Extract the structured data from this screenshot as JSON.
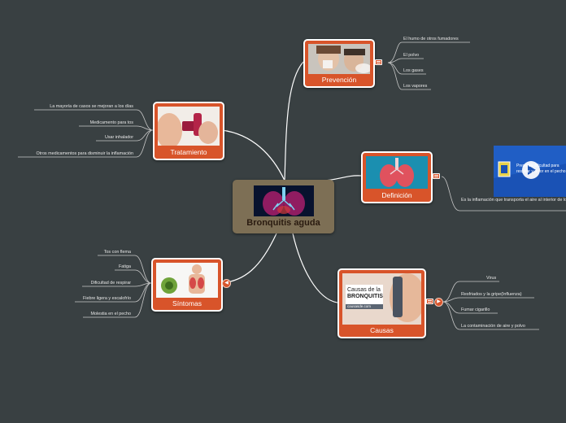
{
  "central": {
    "title": "Bronquitis aguda"
  },
  "prevencion": {
    "title": "Prevención",
    "items": [
      "El humo de otros fumadores",
      "El polvo",
      "Los gases",
      "Los vapores"
    ]
  },
  "tratamiento": {
    "title": "Tratamiento",
    "items": [
      "La mayoría de casos se mejoran a los días",
      "Medicamento para tos",
      "Usar inhalador",
      "Otros medicamentos para disminuir la inflamación"
    ]
  },
  "definicion": {
    "title": "Definición",
    "note": "Es la inflamación que transporta el aire al interior de los pulmones.",
    "video_text": "Presenta dificultad para respirar y dolor en el pecho"
  },
  "sintomas": {
    "title": "Síntomas",
    "items": [
      "Tos con flema",
      "Fatiga",
      "Dificultad de respirar",
      "Fiebre ligera y escalofrío",
      "Molestia en el pecho"
    ]
  },
  "causas": {
    "title": "Causas",
    "items": [
      "Virus",
      "Resfriados y la gripe(Influenza)",
      "Fumar cigarillo",
      "La contaminación de aire y polvo"
    ],
    "image_text_1": "Causas de la",
    "image_text_2": "BRONQUITIS",
    "image_text_3": "causasde.com"
  },
  "colors": {
    "background": "#394042",
    "node": "#d8542a",
    "central": "#7d6f55",
    "line": "#ffffff"
  }
}
